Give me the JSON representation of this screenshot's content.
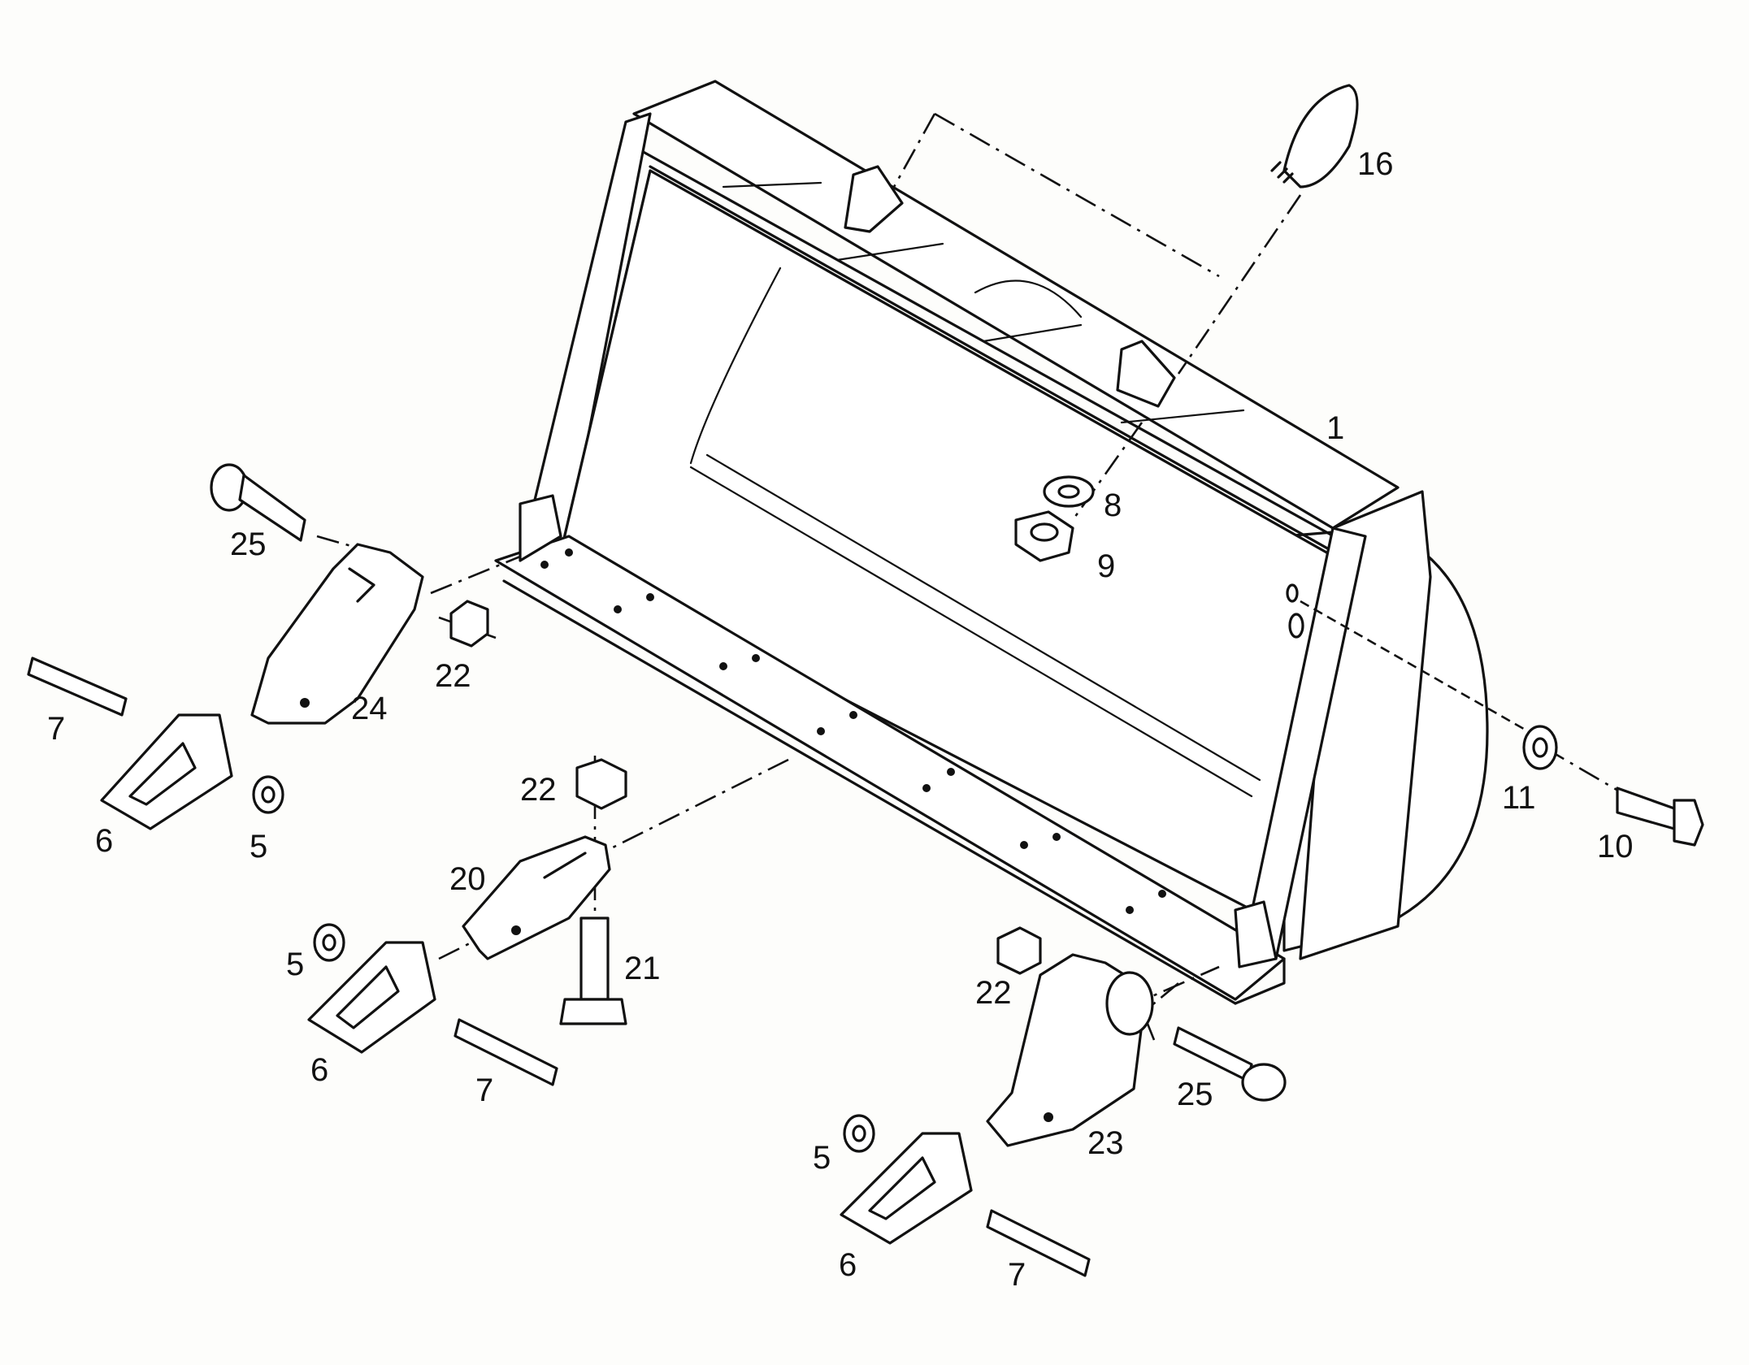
{
  "callouts": {
    "bucket": "1",
    "bolt_top": "16",
    "washer_top": "8",
    "nut_top": "9",
    "washer_right": "11",
    "bolt_right": "10",
    "bolt_left": "25",
    "adapter_left": "24",
    "nut_left": "22",
    "pin_left": "7",
    "tooth_left": "6",
    "washer_left": "5",
    "nut_center": "22",
    "adapter_center": "20",
    "bolt_center": "21",
    "washer_center": "5",
    "tooth_center": "6",
    "pin_center": "7",
    "nut_right": "22",
    "adapter_right": "23",
    "bolt_right_lower": "25",
    "washer_right_lower": "5",
    "tooth_right": "6",
    "pin_right": "7"
  }
}
